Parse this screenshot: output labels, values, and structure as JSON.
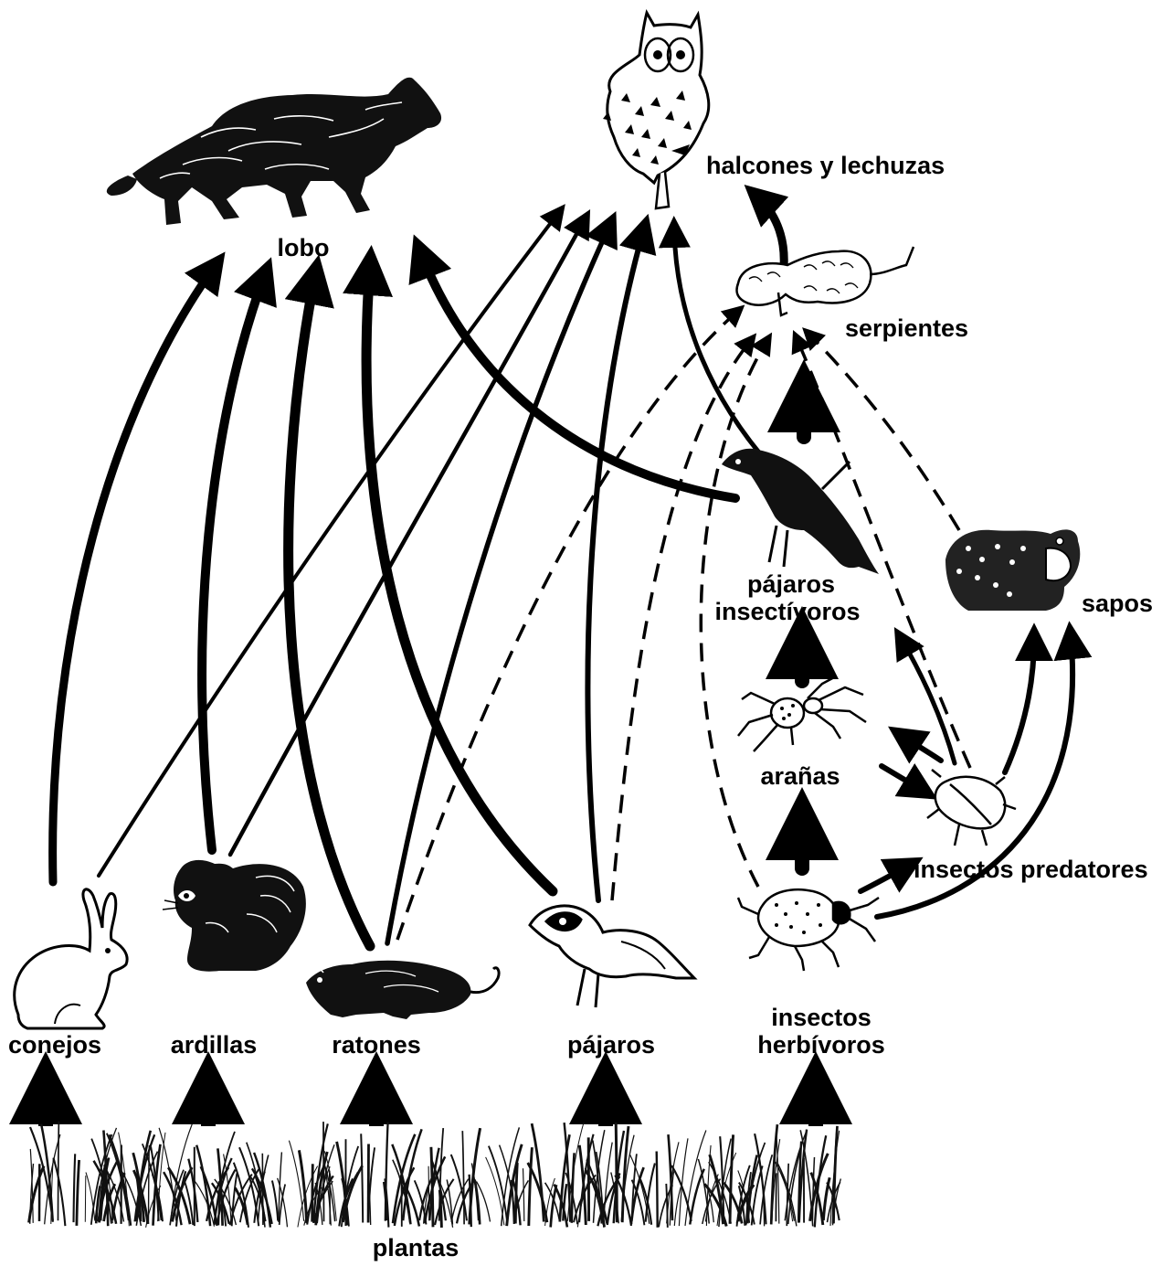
{
  "labels": {
    "lobo": "lobo",
    "halcones": "halcones y lechuzas",
    "serpientes": "serpientes",
    "pajaros_insectivoros_1": "pájaros",
    "pajaros_insectivoros_2": "insectívoros",
    "sapos": "sapos",
    "aranas": "arañas",
    "insectos_predatores": "insectos predatores",
    "conejos": "conejos",
    "ardillas": "ardillas",
    "ratones": "ratones",
    "pajaros": "pájaros",
    "insectos_herbivoros_1": "insectos",
    "insectos_herbivoros_2": "herbívoros",
    "plantas": "plantas"
  },
  "colors": {
    "ink": "#000000",
    "paper": "#ffffff",
    "grass": "#111111"
  },
  "icons": [
    "wolf-icon",
    "owl-icon",
    "snake-icon",
    "blackbird-icon",
    "toad-icon",
    "spider-icon",
    "beetle-icon",
    "rabbit-icon",
    "squirrel-icon",
    "mouse-icon",
    "finch-icon",
    "leaf-beetle-icon",
    "grass-icon"
  ]
}
